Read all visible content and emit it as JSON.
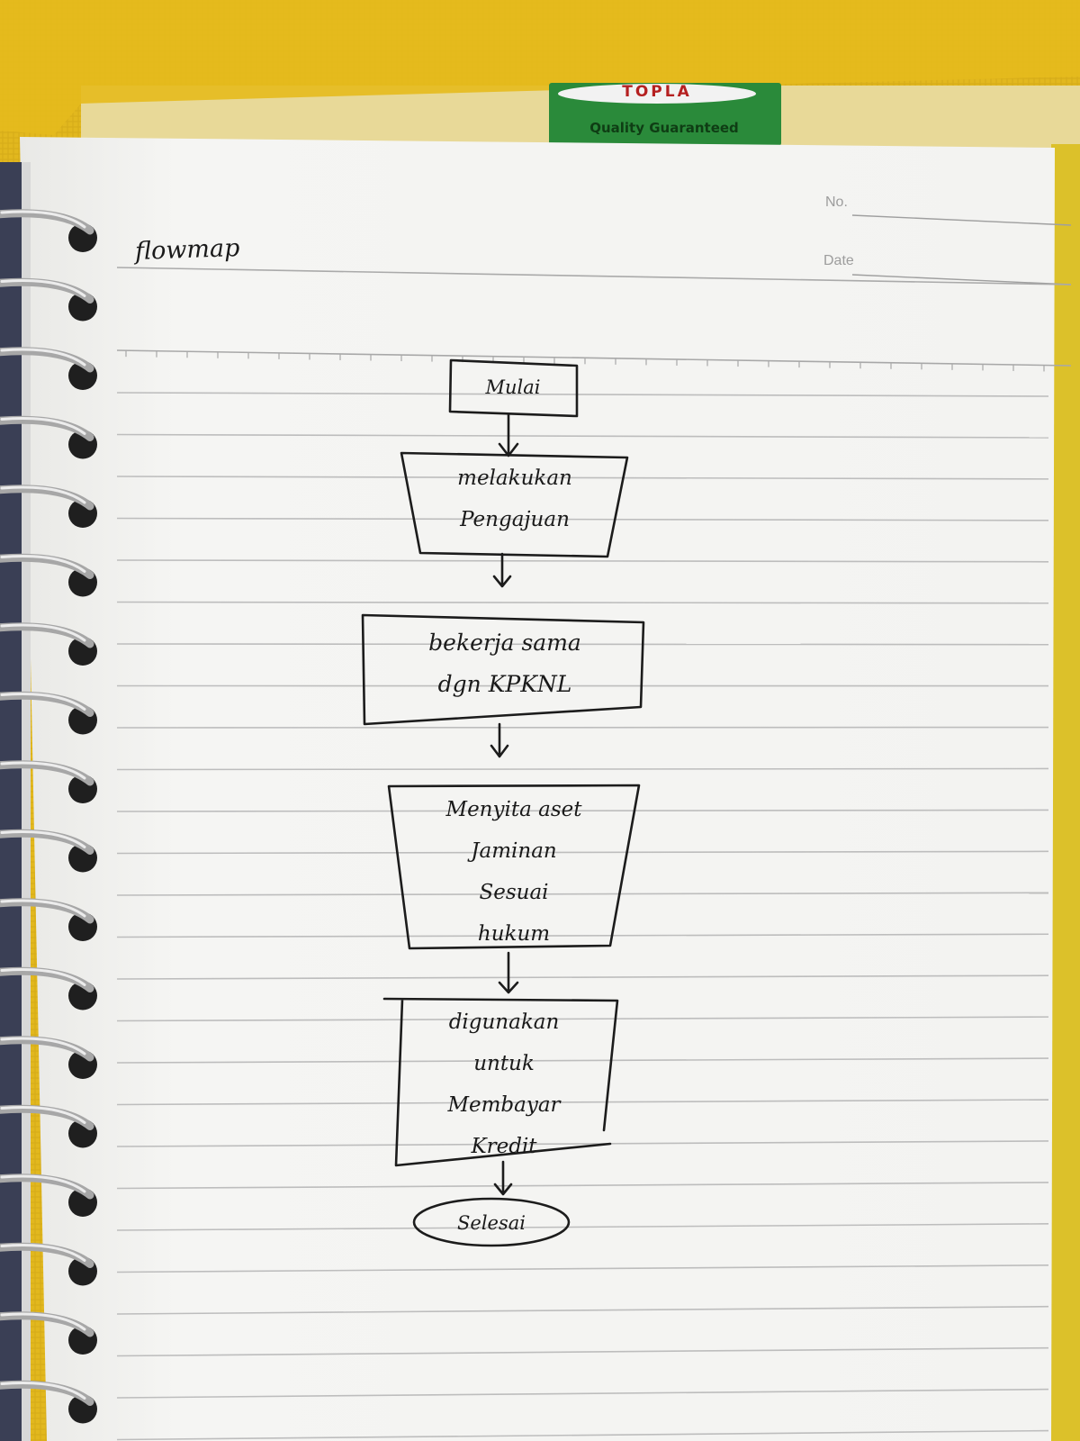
{
  "colors": {
    "binder_yellow": "#e7bd1f",
    "paper": "#f4f4f2",
    "rule_lines": "#b9b9b9",
    "ink": "#1a1a1a",
    "tab_green": "#2a8a3a",
    "tab_red": "#c61f1f"
  },
  "binder_tag": {
    "brand": "TOPLA",
    "tagline": "Quality Guaranteed"
  },
  "page_header": {
    "no_label": "No.",
    "date_label": "Date"
  },
  "flowmap": {
    "title": "flowmap",
    "start": "Mulai",
    "steps": [
      [
        "melakukan",
        "Pengajuan"
      ],
      [
        "bekerja sama",
        "dgn KPKNL"
      ],
      [
        "Menyita aset",
        "Jaminan",
        "Sesuai",
        "hukum"
      ],
      [
        "digunakan",
        "untuk",
        "Membayar",
        "Kredit"
      ]
    ],
    "end": "Selesai"
  }
}
